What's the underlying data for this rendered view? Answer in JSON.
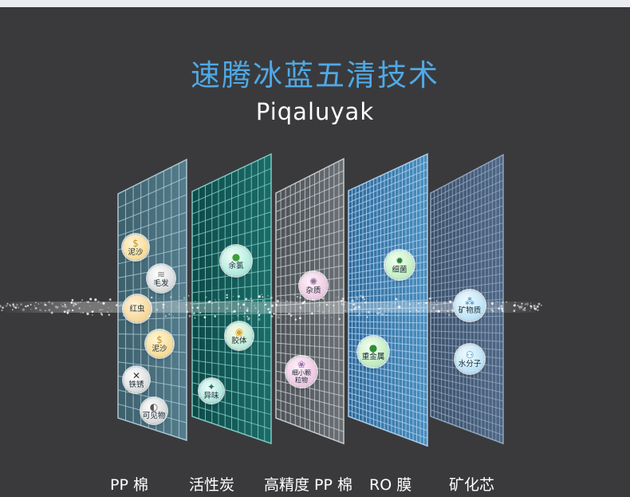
{
  "title": "速腾冰蓝五清技术",
  "subtitle": "Piqaluyak",
  "layers": [
    {
      "name": "PP 棉",
      "tags": [
        {
          "text": "泥沙",
          "icon": "sand-icon"
        },
        {
          "text": "毛发",
          "icon": "hair-icon"
        },
        {
          "text": "红虫",
          "icon": "worm-icon"
        },
        {
          "text": "泥沙",
          "icon": "sand-icon"
        },
        {
          "text": "铁锈",
          "icon": "rust-icon"
        },
        {
          "text": "可见物",
          "icon": "debris-icon"
        }
      ]
    },
    {
      "name": "活性炭",
      "tags": [
        {
          "text": "余氯",
          "icon": "chlorine-icon"
        },
        {
          "text": "胶体",
          "icon": "colloid-icon"
        },
        {
          "text": "异味",
          "icon": "odor-icon"
        }
      ]
    },
    {
      "name": "高精度 PP 棉",
      "tags": [
        {
          "text": "杂质",
          "icon": "impurity-icon"
        },
        {
          "text": "细小颗粒物",
          "icon": "particle-icon"
        }
      ]
    },
    {
      "name": "RO 膜",
      "tags": [
        {
          "text": "细菌",
          "icon": "bacteria-icon"
        },
        {
          "text": "重金属",
          "icon": "heavy-metal-icon"
        }
      ]
    },
    {
      "name": "矿化芯",
      "tags": [
        {
          "text": "矿物质",
          "icon": "mineral-icon"
        },
        {
          "text": "水分子",
          "icon": "water-molecule-icon"
        }
      ]
    }
  ]
}
